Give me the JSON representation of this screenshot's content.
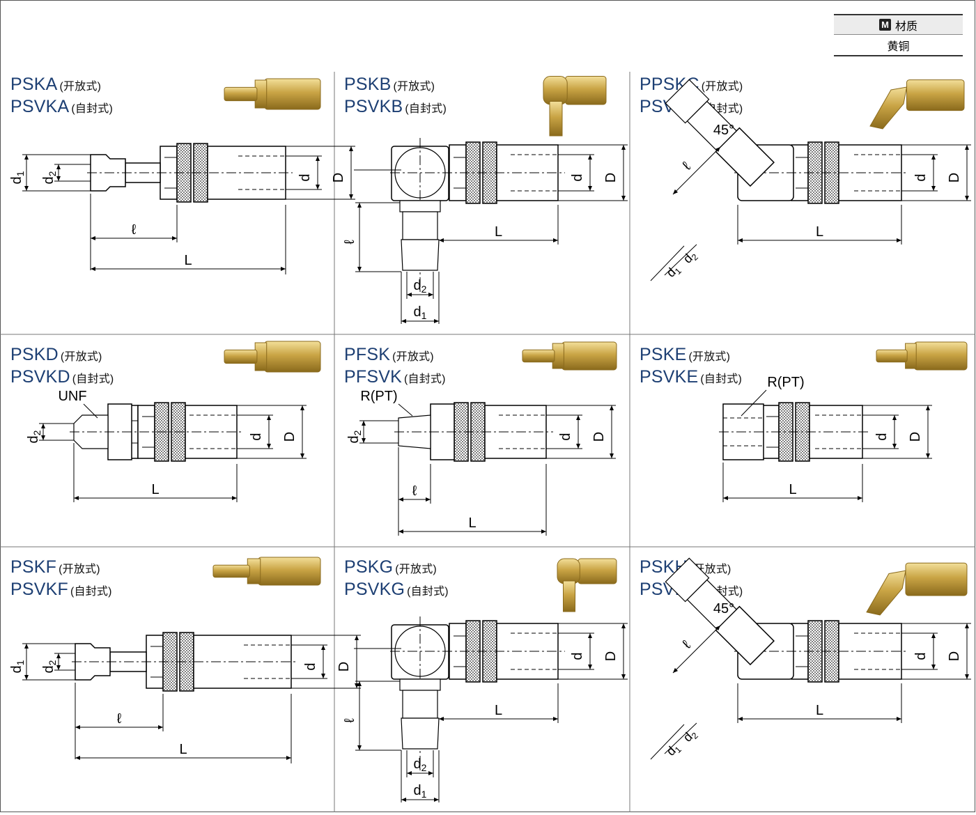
{
  "material": {
    "badge": "M",
    "header": "材质",
    "value": "黄铜"
  },
  "colors": {
    "title": "#1d3f73",
    "brass": "#c9a445",
    "body": "#e6e6e6"
  },
  "cells": [
    {
      "id": "a",
      "title1": "PSKA",
      "title2": "PSVKA",
      "sub1": "(开放式)",
      "sub2": "(自封式)",
      "type": "straight-barb",
      "labels": {
        "d1": "d1",
        "d2": "d2",
        "d": "d",
        "D": "D",
        "l": "ℓ",
        "L": "L"
      }
    },
    {
      "id": "b",
      "title1": "PSKB",
      "title2": "PSVKB",
      "sub1": "(开放式)",
      "sub2": "(自封式)",
      "type": "elbow-barb",
      "labels": {
        "d1": "d1",
        "d2": "d2",
        "d": "d",
        "D": "D",
        "l": "ℓ",
        "L": "L"
      }
    },
    {
      "id": "c",
      "title1": "PPSKC",
      "title2": "PSVKC",
      "sub1": "(开放式)",
      "sub2": "(自封式)",
      "type": "angle-barb",
      "labels": {
        "angle": "45°",
        "d1": "d1",
        "d2": "d2",
        "d": "d",
        "D": "D",
        "l": "ℓ",
        "L": "L"
      }
    },
    {
      "id": "d",
      "title1": "PSKD",
      "title2": "PSVKD",
      "sub1": "(开放式)",
      "sub2": "(自封式)",
      "type": "unf",
      "labels": {
        "thread": "UNF",
        "d2": "d2",
        "d": "d",
        "D": "D",
        "L": "L"
      }
    },
    {
      "id": "e",
      "title1": "PFSK",
      "title2": "PFSVK",
      "sub1": "(开放式)",
      "sub2": "(自封式)",
      "type": "male-thread",
      "labels": {
        "thread": "R(PT)",
        "d2": "d2",
        "d": "d",
        "D": "D",
        "l": "ℓ",
        "L": "L"
      }
    },
    {
      "id": "f",
      "title1": "PSKE",
      "title2": "PSVKE",
      "sub1": "(开放式)",
      "sub2": "(自封式)",
      "type": "female-thread",
      "labels": {
        "thread": "R(PT)",
        "d": "d",
        "D": "D",
        "L": "L"
      }
    },
    {
      "id": "g",
      "title1": "PSKF",
      "title2": "PSVKF",
      "sub1": "(开放式)",
      "sub2": "(自封式)",
      "type": "straight-hose",
      "labels": {
        "d1": "d1",
        "d2": "d2",
        "d": "d",
        "D": "D",
        "l": "ℓ",
        "L": "L"
      }
    },
    {
      "id": "h",
      "title1": "PSKG",
      "title2": "PSVKG",
      "sub1": "(开放式)",
      "sub2": "(自封式)",
      "type": "elbow-hose",
      "labels": {
        "d1": "d1",
        "d2": "d2",
        "d": "d",
        "D": "D",
        "l": "ℓ",
        "L": "L"
      }
    },
    {
      "id": "i",
      "title1": "PSKH",
      "title2": "PSVKH",
      "sub1": "(开放式)",
      "sub2": "(自封式)",
      "type": "angle-hose",
      "labels": {
        "angle": "45°",
        "d1": "d1",
        "d2": "d2",
        "d": "d",
        "D": "D",
        "l": "ℓ",
        "L": "L"
      }
    }
  ]
}
